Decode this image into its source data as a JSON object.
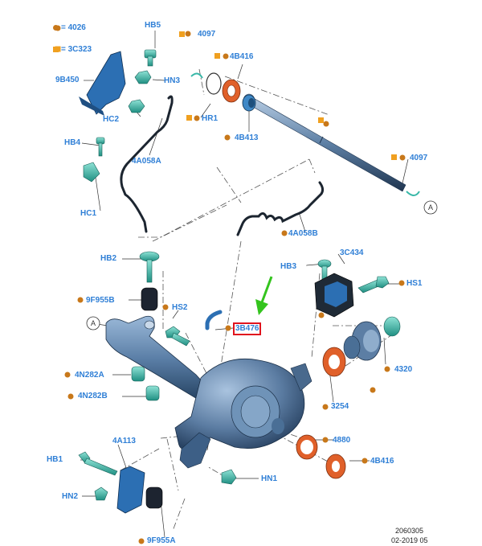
{
  "legend": {
    "dot_eq": "=",
    "dot_value": "4026",
    "square_eq": "=",
    "square_value": "3C323",
    "dot_color": "#c8781a",
    "square_color": "#f0a020"
  },
  "labels": {
    "hb5": "HB5",
    "p4097_top": "4097",
    "p4b416_top": "4B416",
    "p9b450": "9B450",
    "hn3": "HN3",
    "hr1": "HR1",
    "hc2": "HC2",
    "p4b413": "4B413",
    "hb4": "HB4",
    "p4a058a": "4A058A",
    "p4097_right": "4097",
    "callout_a_top": "A",
    "hc1": "HC1",
    "p4a058b": "4A058B",
    "hb2": "HB2",
    "hb3": "HB3",
    "p3c434": "3C434",
    "hs1": "HS1",
    "p9f955b": "9F955B",
    "hs2": "HS2",
    "callout_a_left": "A",
    "p3b476": "3B476",
    "p4320": "4320",
    "p4n282a": "4N282A",
    "p4n282b": "4N282B",
    "p3254": "3254",
    "p4a113": "4A113",
    "p4880": "4880",
    "hb1": "HB1",
    "p4b416_bottom": "4B416",
    "hn1": "HN1",
    "hn2": "HN2",
    "p9f955a": "9F955A"
  },
  "footer": {
    "code": "2060305",
    "date": "02-2019 05"
  },
  "colors": {
    "label": "#2f7fd6",
    "highlight": "#e0141e",
    "axle": "#5a7ea6",
    "fastener": "#39b8a8",
    "seal": "#e0602a",
    "arrow": "#34c41e"
  }
}
